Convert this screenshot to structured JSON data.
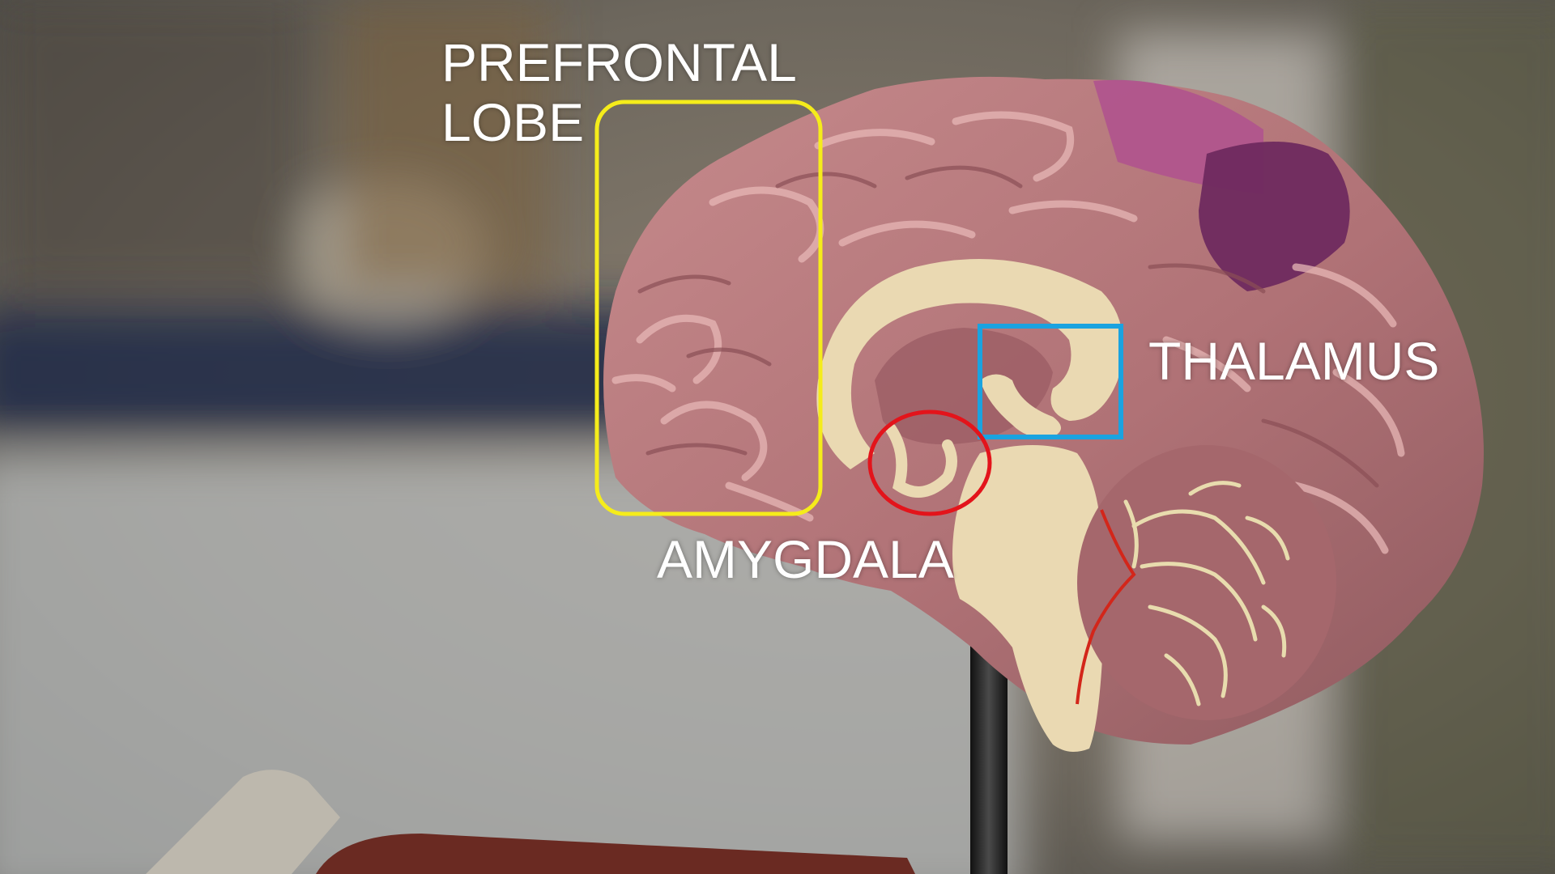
{
  "labels": {
    "prefrontal_line1": "PREFRONTAL",
    "prefrontal_line2": "LOBE",
    "thalamus": "THALAMUS",
    "amygdala": "AMYGDALA"
  },
  "annotation_colors": {
    "prefrontal_lobe": "#f5ec1b",
    "thalamus": "#1aa3e0",
    "amygdala": "#e3141b",
    "label_text": "#ffffff"
  }
}
